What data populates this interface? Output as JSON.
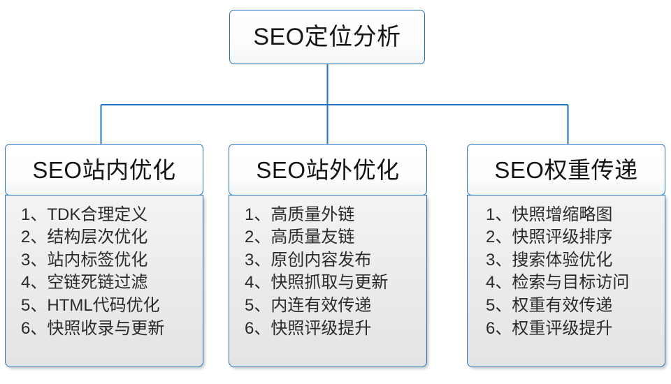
{
  "diagram": {
    "type": "org-tree",
    "root": {
      "label": "SEO定位分析"
    },
    "branches": [
      {
        "header": "SEO站内优化",
        "items": [
          "1、TDK合理定义",
          "2、结构层次优化",
          "3、站内标签优化",
          "4、空链死链过滤",
          "5、HTML代码优化",
          "6、快照收录与更新"
        ]
      },
      {
        "header": "SEO站外优化",
        "items": [
          "1、高质量外链",
          "2、高质量友链",
          "3、原创内容发布",
          "4、快照抓取与更新",
          "5、内连有效传递",
          "6、快照评级提升"
        ]
      },
      {
        "header": "SEO权重传递",
        "items": [
          "1、快照增缩略图",
          "2、快照评级排序",
          "3、搜索体验优化",
          "4、检索与目标访问",
          "5、权重有效传递",
          "6、权重评级提升"
        ]
      }
    ],
    "colors": {
      "border": "#1f74bd",
      "connector": "#1f74bd",
      "header_fill": "#ffffff",
      "body_fill": "#ececec",
      "text": "#161616",
      "background": "#ffffff"
    }
  }
}
